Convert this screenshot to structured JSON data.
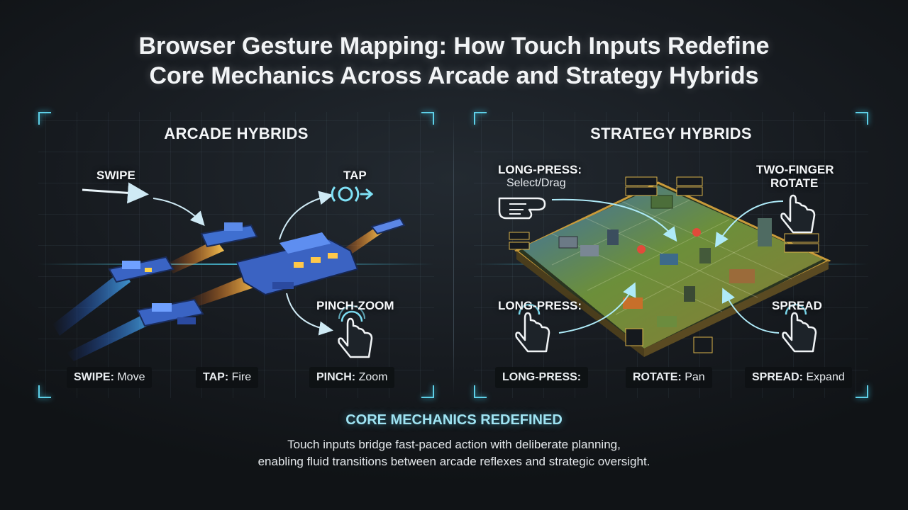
{
  "title": {
    "line1": "Browser Gesture Mapping: How Touch Inputs Redefine",
    "line2": "Core Mechanics Across Arcade and Strategy Hybrids"
  },
  "arcade": {
    "heading": "ARCADE HYBRIDS",
    "gestures": {
      "swipe": "SWIPE",
      "tap": "TAP",
      "pinch_zoom": "PINCH-ZOOM"
    },
    "pills": [
      {
        "key": "SWIPE:",
        "value": "Move"
      },
      {
        "key": "TAP:",
        "value": "Fire"
      },
      {
        "key": "PINCH:",
        "value": "Zoom"
      }
    ]
  },
  "strategy": {
    "heading": "STRATEGY HYBRIDS",
    "gestures": {
      "long_press_top": "LONG-PRESS:",
      "long_press_sub": "Select/Drag",
      "two_finger_1": "TWO-FINGER",
      "two_finger_2": "ROTATE",
      "long_press_bottom": "LONG-PRESS:",
      "spread": "SPREAD"
    },
    "pills": [
      {
        "key": "LONG-PRESS:",
        "value": ""
      },
      {
        "key": "ROTATE:",
        "value": "Pan"
      },
      {
        "key": "SPREAD:",
        "value": "Expand"
      }
    ]
  },
  "footer": {
    "heading": "CORE MECHANICS REDEFINED",
    "line1": "Touch inputs bridge fast-paced action with deliberate planning,",
    "line2": "enabling fluid transitions between arcade reflexes and strategic oversight."
  },
  "colors": {
    "accent": "#5ed0e8",
    "background": "#15191e"
  }
}
